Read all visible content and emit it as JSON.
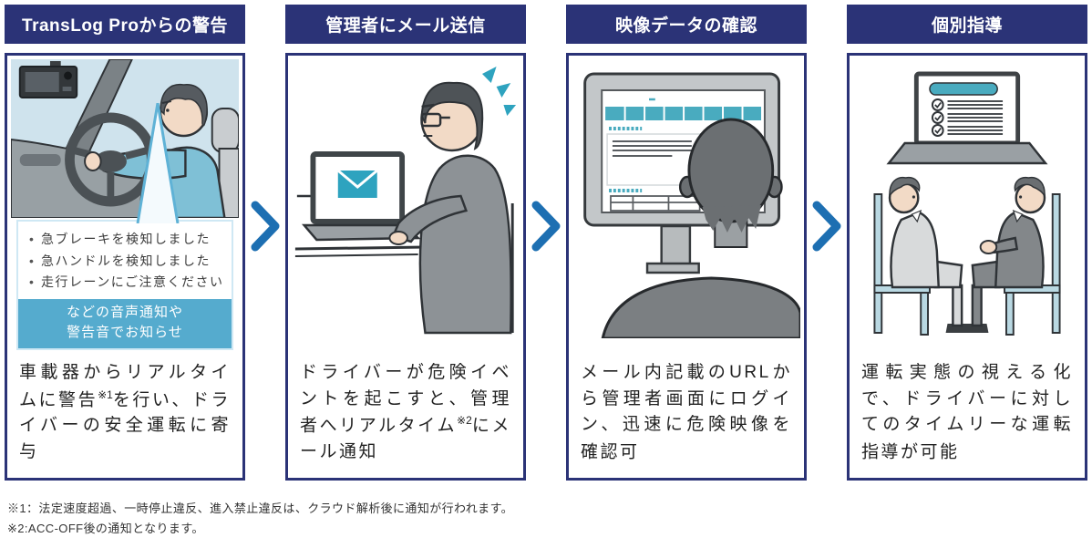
{
  "colors": {
    "navy": "#2b3377",
    "teal": "#55abce",
    "teal_icon": "#2ea3bf",
    "arrow_blue": "#1d6fb2",
    "sky": "#cfe3ed",
    "text": "#222222",
    "footnote": "#333333"
  },
  "steps": [
    {
      "header": "TransLog Proからの警告",
      "illustration": "driver-in-car-with-dashcam",
      "alert_bubble": {
        "bullets": [
          "急ブレーキを検知しました",
          "急ハンドルを検知しました",
          "走行レーンにご注意ください"
        ],
        "caption_line1": "などの音声通知や",
        "caption_line2": "警告音でお知らせ"
      },
      "body_before": "車載器からリアルタイムに警告",
      "body_sup": "※1",
      "body_after": "を行い、ドライバーの安全運転に寄与"
    },
    {
      "header": "管理者にメール送信",
      "illustration": "manager-receiving-email-on-laptop",
      "body_before": "ドライバーが危険イベントを起こすと、管理者へリアルタイム",
      "body_sup": "※2",
      "body_after": "にメール通知"
    },
    {
      "header": "映像データの確認",
      "illustration": "manager-checking-video-dashboard-monitor",
      "body_before": "メール内記載のURLから管理者画面にログイン、迅速に危険映像を確認可",
      "body_sup": "",
      "body_after": ""
    },
    {
      "header": "個別指導",
      "illustration": "one-on-one-driving-coaching",
      "body_before": "運転実態の視える化で、ドライバーに対してのタイムリーな運転指導が可能",
      "body_sup": "",
      "body_after": ""
    }
  ],
  "footnotes": [
    "※1：法定速度超過、一時停止違反、進入禁止違反は、クラウド解析後に通知が行われます。",
    "※2:ACC-OFF後の通知となります。"
  ]
}
